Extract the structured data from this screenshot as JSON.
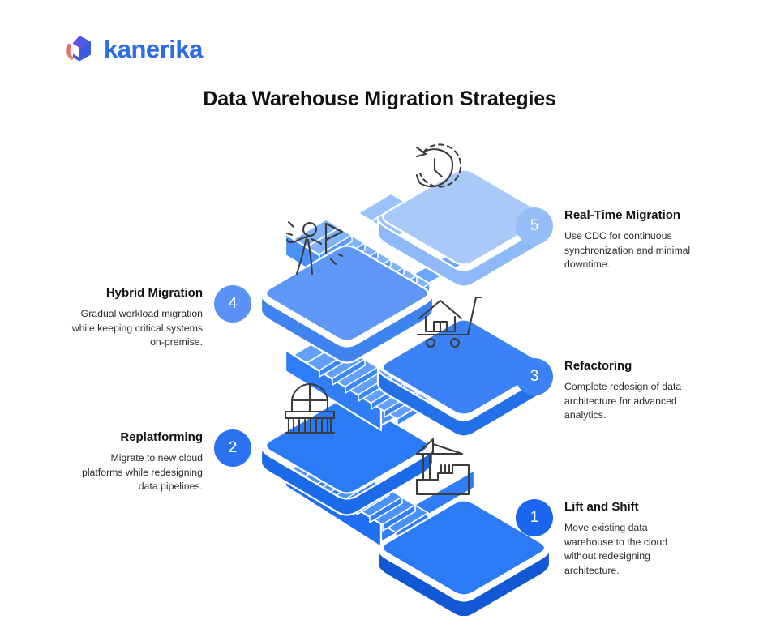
{
  "brand": {
    "name": "kanerika",
    "logo_icon": "cube-logo-icon",
    "text_color": "#2B6BE4",
    "cube_gradient": [
      "#E0567E",
      "#7B4BE0",
      "#2B6BE4"
    ]
  },
  "header": {
    "title": "Data Warehouse Migration Strategies"
  },
  "steps": [
    {
      "number": "5",
      "title": "Real-Time Migration",
      "description": "Use CDC for continuous synchronization and minimal downtime.",
      "side": "right",
      "badge_color": "#95BDF7",
      "platform_color": "#A9CAF9"
    },
    {
      "number": "4",
      "title": "Hybrid Migration",
      "description": "Gradual workload migration while keeping critical systems on-premise.",
      "side": "left",
      "badge_color": "#5A93F5",
      "platform_color": "#5E97F6"
    },
    {
      "number": "3",
      "title": "Refactoring",
      "description": "Complete redesign of data architecture for advanced analytics.",
      "side": "right",
      "badge_color": "#3B82F6",
      "platform_color": "#3B82F6"
    },
    {
      "number": "2",
      "title": "Replatforming",
      "description": "Migrate to new cloud platforms while redesigning data pipelines.",
      "side": "left",
      "badge_color": "#2B72F0",
      "platform_color": "#2B7BF6"
    },
    {
      "number": "1",
      "title": "Lift and Shift",
      "description": "Move existing data warehouse to the cloud without redesigning architecture.",
      "side": "right",
      "badge_color": "#1A66EE",
      "platform_color": "#1F6FF2"
    }
  ],
  "illustration": {
    "icons": [
      {
        "name": "clock-rewind-icon",
        "label": "clock with counter-clockwise arrow"
      },
      {
        "name": "person-with-flag-icon",
        "label": "person holding a flag"
      },
      {
        "name": "house-on-cart-icon",
        "label": "house on a moving cart"
      },
      {
        "name": "balcony-window-icon",
        "label": "arched window with balcony"
      },
      {
        "name": "crane-building-icon",
        "label": "construction crane over building"
      }
    ],
    "line_color": "#3c3c3c",
    "background": "#ffffff"
  }
}
